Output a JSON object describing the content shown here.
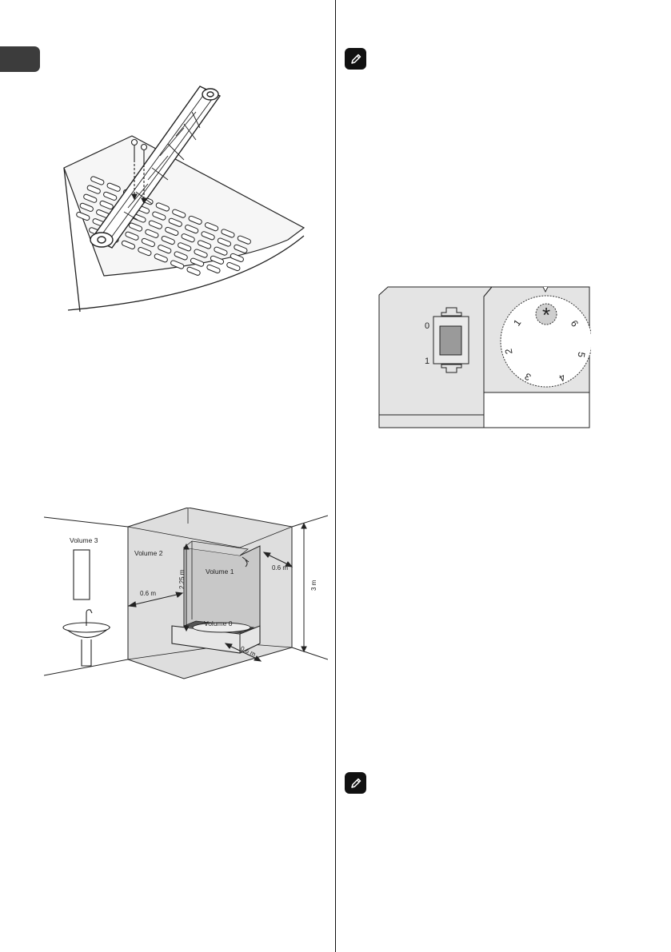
{
  "bathroom_diagram": {
    "volume_3": "Volume 3",
    "volume_2": "Volume 2",
    "volume_1": "Volume 1",
    "volume_0": "Volume 0",
    "dim_height_bath": "2.25 m",
    "dim_room_height": "3 m",
    "dim_left": "0.6 m",
    "dim_right": "0.6 m",
    "dim_front": "0.6 m"
  },
  "control_panel": {
    "switch_off": "0",
    "switch_on": "1",
    "dial_frost": "*",
    "dial_1": "1",
    "dial_2": "2",
    "dial_3": "3",
    "dial_4": "4",
    "dial_5": "5",
    "dial_6": "6"
  },
  "icons": {
    "note": "pencil-icon"
  }
}
